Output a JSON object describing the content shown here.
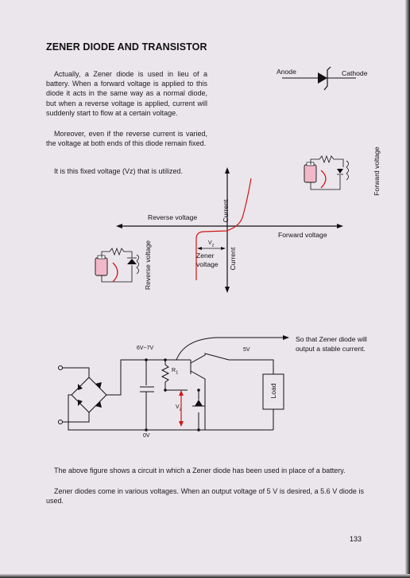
{
  "title": "ZENER DIODE AND TRANSISTOR",
  "intro": {
    "p1": "Actually, a Zener diode is used in lieu of a battery. When a forward voltage is applied to this diode it acts in the same way as a normal diode, but when a reverse voltage is applied, current will suddenly start to flow at a certain voltage.",
    "p2": "Moreover, even if the reverse current is varied, the voltage at both ends of this diode remain fixed.",
    "p3": "It is this fixed voltage (Vz) that is utilized."
  },
  "symbol": {
    "anode": "Anode",
    "cathode": "Cathode"
  },
  "graph": {
    "current_up": "Current",
    "current_down": "Current",
    "reverse_voltage": "Reverse voltage",
    "forward_voltage": "Forward voltage",
    "vz": "V",
    "vz_sub": "z",
    "zener_voltage_1": "Zener",
    "zener_voltage_2": "voltage",
    "forward_voltage_vertical": "Forward voltage",
    "reverse_voltage_vertical": "Reverse voltage"
  },
  "circuit": {
    "note_1": "So that Zener diode will",
    "note_2": "output a stable current.",
    "v_in": "6V~7V",
    "v_out": "5V",
    "r1": "R",
    "r1_sub": "1",
    "vz": "V",
    "vz_sub": "z",
    "zero": "0V",
    "load": "Load"
  },
  "outro": {
    "p1": "The above figure shows a circuit in which a Zener diode has been used in place of a battery.",
    "p2": "Zener diodes come in various voltages. When an output voltage of 5 V is desired, a 5.6 V diode is used."
  },
  "page_number": "133",
  "colors": {
    "ink": "#111111",
    "red": "#d01818",
    "battery": "#f0b8c8"
  }
}
